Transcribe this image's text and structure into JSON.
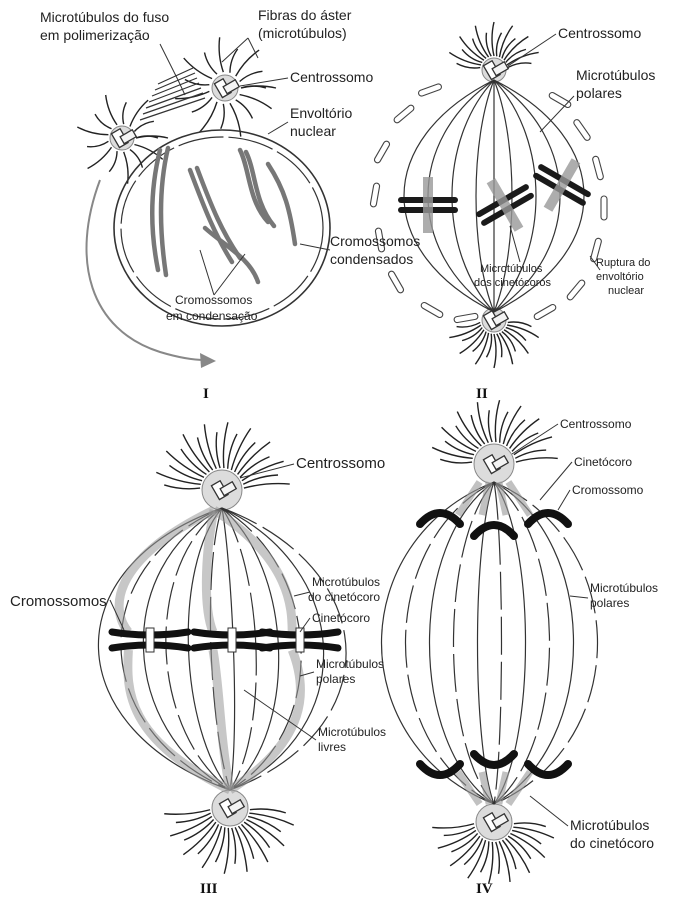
{
  "panels": [
    {
      "id": "I",
      "numeral": "I",
      "labels": {
        "spindle_mt": [
          "Microtúbulos do fuso",
          "em polimerização"
        ],
        "aster": [
          "Fibras do áster",
          "(microtúbulos)"
        ],
        "centrosome": "Centrossomo",
        "envelope": [
          "Envoltório",
          "nuclear"
        ],
        "condensed": [
          "Cromossomos",
          "condensados"
        ],
        "condensing": [
          "Cromossomos",
          "em condensação"
        ]
      }
    },
    {
      "id": "II",
      "numeral": "II",
      "labels": {
        "centrosome": "Centrossomo",
        "polar": [
          "Microtúbulos",
          "polares"
        ],
        "kinetochore_mt": [
          "Microtúbulos",
          "dos cinetócoros"
        ],
        "rupture": [
          "Ruptura do",
          "envoltório",
          "nuclear"
        ]
      }
    },
    {
      "id": "III",
      "numeral": "III",
      "labels": {
        "centrosome": "Centrossomo",
        "chromosomes": "Cromossomos",
        "kinetochore_mt": [
          "Microtúbulos",
          "do cinetócoro"
        ],
        "kinetochore": "Cinetócoro",
        "polar": [
          "Microtúbulos",
          "polares"
        ],
        "free": [
          "Microtúbulos",
          "livres"
        ]
      }
    },
    {
      "id": "IV",
      "numeral": "IV",
      "labels": {
        "centrosome": "Centrossomo",
        "kinetochore": "Cinetócoro",
        "chromosome": "Cromossomo",
        "polar": [
          "Microtúbulos",
          "polares"
        ],
        "kinetochore_mt": [
          "Microtúbulos",
          "do cinetócoro"
        ]
      }
    }
  ]
}
